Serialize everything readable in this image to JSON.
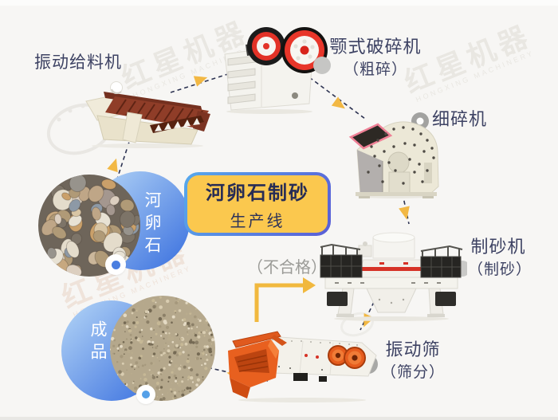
{
  "canvas": {
    "background": "#f7f6f4"
  },
  "title_box": {
    "title": "河卵石制砂",
    "subtitle": "生产线",
    "fill": "#fbc84e",
    "border_from": "#57a9ec",
    "border_to": "#5a5ed6",
    "text_color": "#272c55"
  },
  "machines": {
    "feeder": {
      "label": "振动给料机"
    },
    "jaw_crusher": {
      "label": "颚式破碎机",
      "sub": "（粗碎）"
    },
    "fine_crusher": {
      "label": "细碎机"
    },
    "sand_maker": {
      "label": "制砂机",
      "sub": "（制砂）"
    },
    "vibrating_screen": {
      "label": "振动筛",
      "sub": "（筛分）"
    }
  },
  "badges": {
    "raw_material": "河卵石",
    "finished_product": "成品"
  },
  "flow_notes": {
    "reject": "（不合格）"
  },
  "watermark": {
    "text": "红星机器",
    "subtext": "HONGXING MACHINERY"
  },
  "colors": {
    "arrow_yellow": "#f2b844",
    "dashed_line": "#2d3352",
    "label_text": "#3d4263",
    "reject_text": "#9b9b97",
    "badge_blue_from": "#a9ccf4",
    "badge_blue_to": "#4b7ee2"
  }
}
